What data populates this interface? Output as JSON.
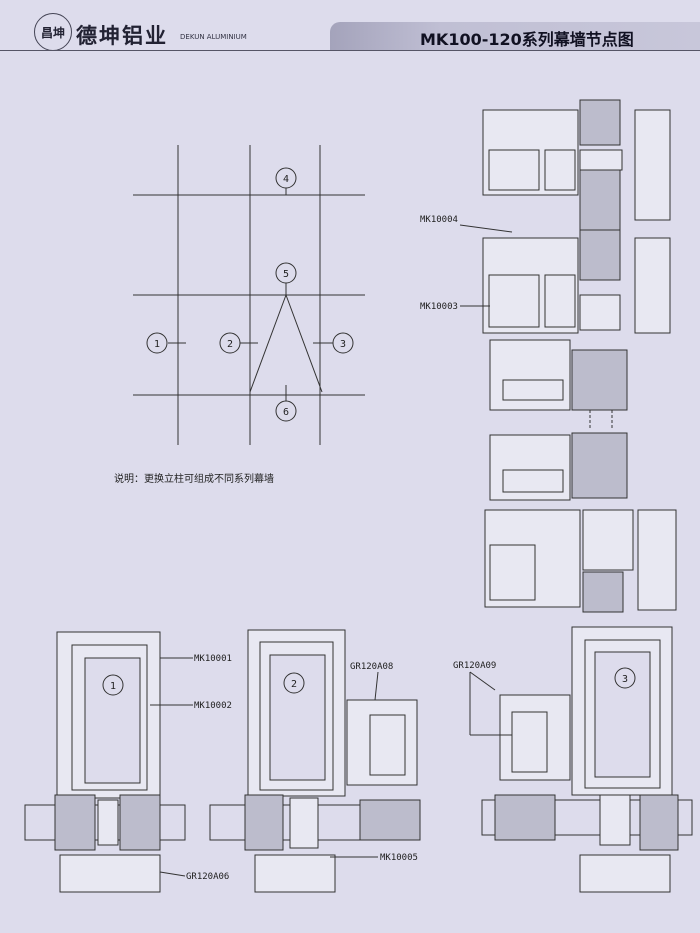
{
  "header": {
    "logo_text": "昌坤",
    "brand_cn": "德坤铝业",
    "brand_en": "DEKUN ALUMINIUM",
    "title": "MK100-120系列幕墙节点图"
  },
  "grid": {
    "nodes": [
      "1",
      "2",
      "3",
      "4",
      "5",
      "6"
    ]
  },
  "note": "说明：更换立柱可组成不同系列幕墙",
  "right_labels": {
    "a": "MK10004",
    "b": "MK10003"
  },
  "bottom": {
    "d1_num": "1",
    "d2_num": "2",
    "d3_num": "3",
    "labels": {
      "mk10001": "MK10001",
      "mk10002": "MK10002",
      "gr120a06": "GR120A06",
      "gr120a08": "GR120A08",
      "mk10005": "MK10005",
      "gr120a09": "GR120A09"
    }
  }
}
